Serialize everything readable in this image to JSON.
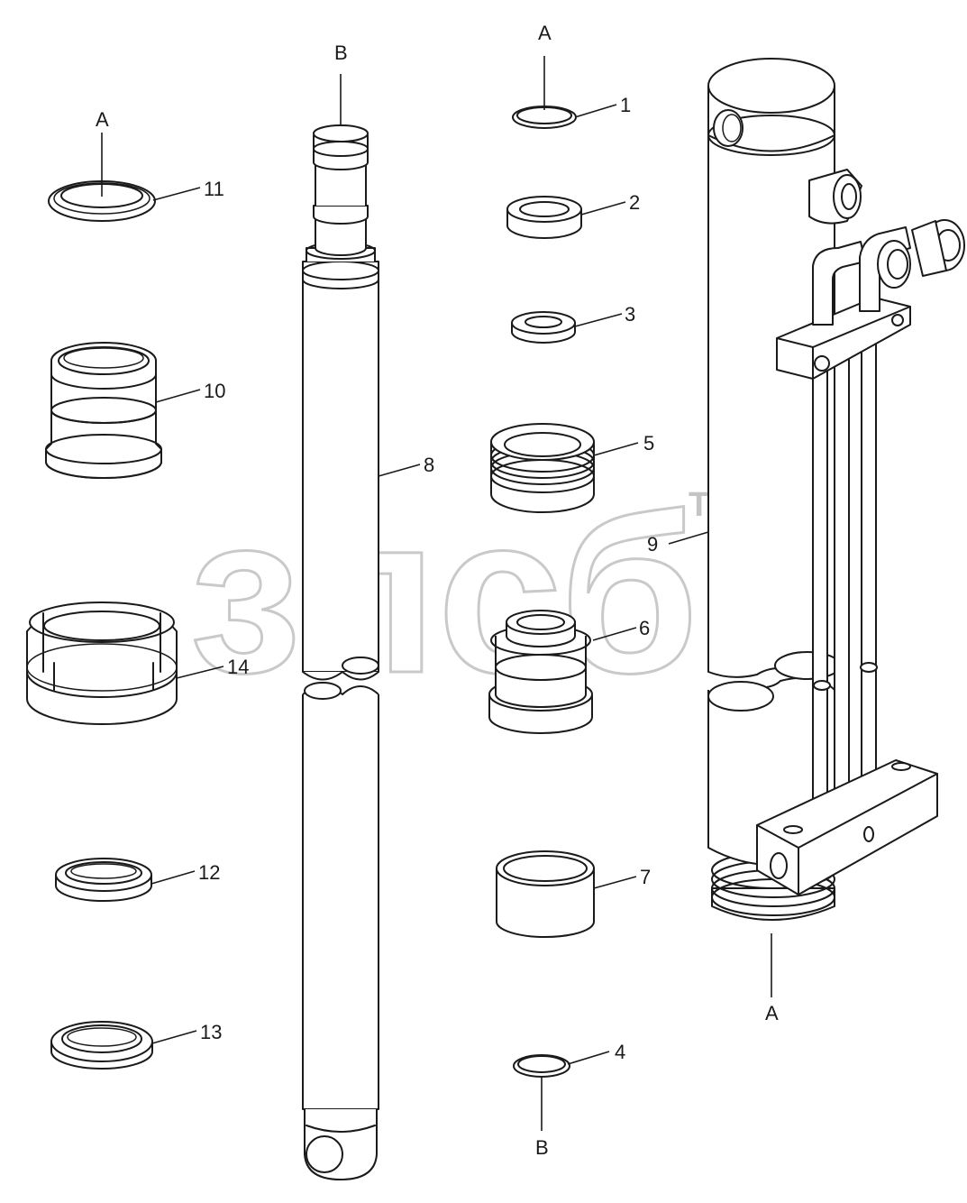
{
  "diagram": {
    "parts": [
      {
        "label": "1"
      },
      {
        "label": "2"
      },
      {
        "label": "3"
      },
      {
        "label": "4"
      },
      {
        "label": "5"
      },
      {
        "label": "6"
      },
      {
        "label": "7"
      },
      {
        "label": "8"
      },
      {
        "label": "9"
      },
      {
        "label": "10"
      },
      {
        "label": "11"
      },
      {
        "label": "12"
      },
      {
        "label": "13"
      },
      {
        "label": "14"
      }
    ],
    "connectors": {
      "a_top_left": "A",
      "a_top_mid": "A",
      "a_bottom_right": "A",
      "b_top": "B",
      "b_bottom": "B"
    },
    "watermark": {
      "text": "зпсб",
      "trademark": "TM"
    }
  }
}
